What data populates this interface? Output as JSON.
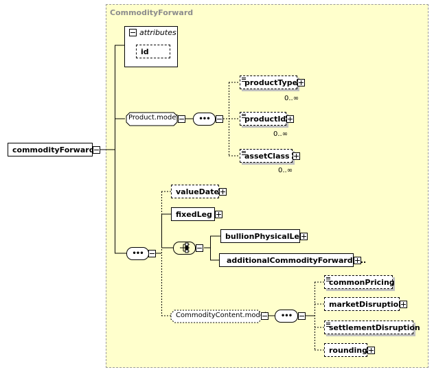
{
  "diagram": {
    "title": "CommodityForward",
    "root": {
      "label": "commodityForward"
    },
    "attributes": {
      "label": "attributes",
      "items": [
        "id"
      ]
    },
    "groups": {
      "product_model": {
        "label": "Product.model",
        "elements": [
          {
            "label": "productType",
            "occurs": "0..∞"
          },
          {
            "label": "productId",
            "occurs": "0..∞"
          },
          {
            "label": "assetClass",
            "occurs": "0..∞"
          }
        ]
      },
      "main_sequence": {
        "elements": [
          {
            "label": "valueDate"
          },
          {
            "label": "fixedLeg"
          }
        ],
        "choice": [
          {
            "label": "bullionPhysicalLeg"
          },
          {
            "label": "additionalCommodityForwardL..."
          }
        ]
      },
      "commodity_content_model": {
        "label": "CommodityContent.model",
        "elements": [
          {
            "label": "commonPricing"
          },
          {
            "label": "marketDisruption"
          },
          {
            "label": "settlementDisruption"
          },
          {
            "label": "rounding"
          }
        ]
      }
    },
    "colors": {
      "background": "#ffffcc",
      "frame_border": "#999999",
      "title": "#8c8c8c"
    }
  }
}
